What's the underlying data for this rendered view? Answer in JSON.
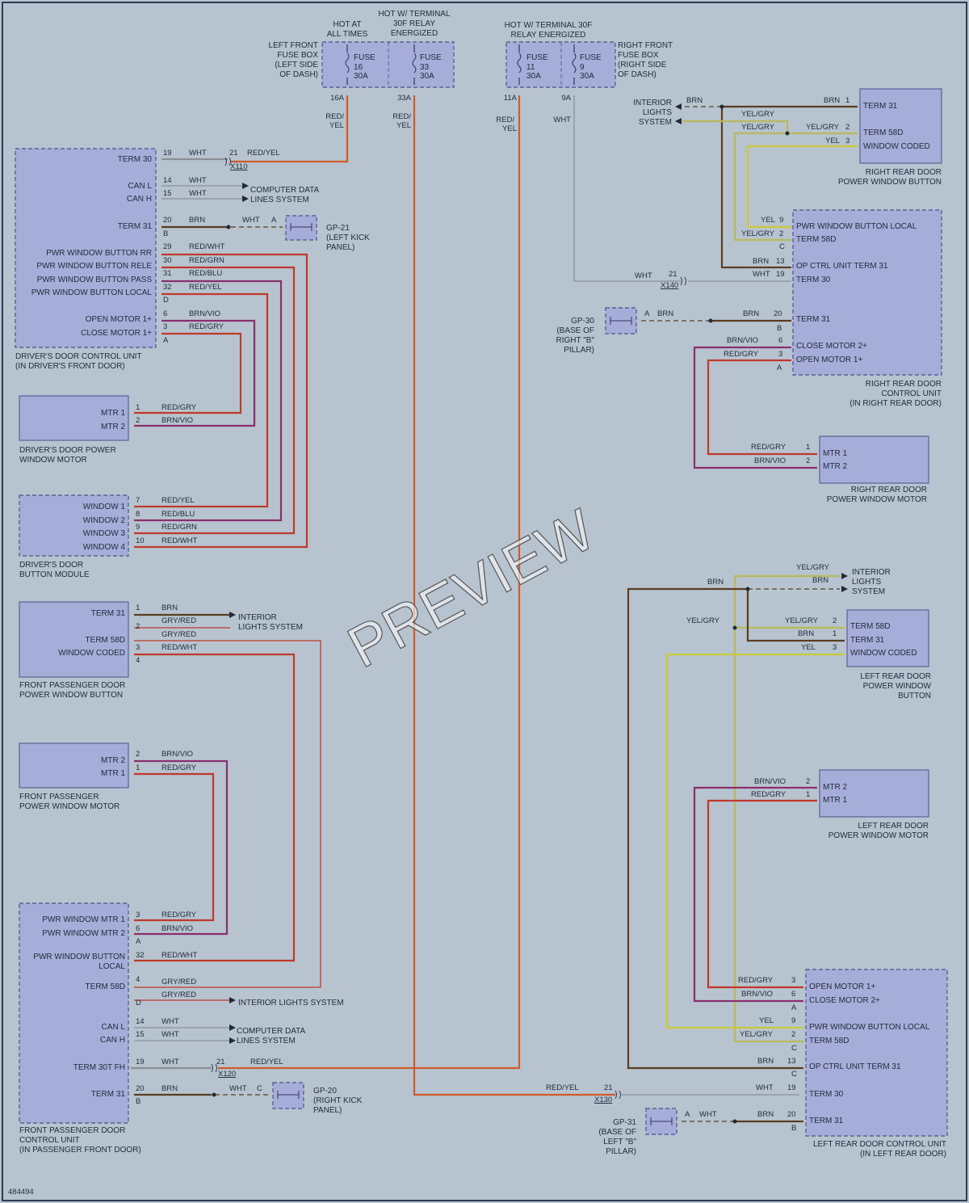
{
  "fuse_boxes": {
    "left": {
      "label": "LEFT FRONT FUSE BOX (LEFT SIDE OF DASH)",
      "label_lines": [
        "LEFT FRONT",
        "FUSE BOX",
        "(LEFT SIDE",
        "OF DASH)"
      ],
      "hot_at_all_times": [
        "HOT AT",
        "ALL TIMES"
      ],
      "hot_relay": [
        "HOT W/ TERMINAL",
        "30F RELAY",
        "ENERGIZED"
      ],
      "fuse16": [
        "FUSE",
        "16",
        "30A"
      ],
      "fuse33": [
        "FUSE",
        "33",
        "30A"
      ],
      "pin16": "16A",
      "pin33": "33A",
      "wire16": [
        "RED/",
        "YEL"
      ],
      "wire33": [
        "RED/",
        "YEL"
      ]
    },
    "right": {
      "label_lines": [
        "RIGHT FRONT",
        "FUSE BOX",
        "(RIGHT SIDE",
        "OF DASH)"
      ],
      "hot_relay": [
        "HOT W/ TERMINAL 30F",
        "RELAY ENERGIZED"
      ],
      "fuse11": [
        "FUSE",
        "11",
        "30A"
      ],
      "fuse9": [
        "FUSE",
        "9",
        "30A"
      ],
      "pin11": "11A",
      "pin9": "9A",
      "wire11": [
        "RED/",
        "YEL"
      ],
      "wire9": "WHT"
    }
  },
  "driver_unit": {
    "caption": [
      "DRIVER'S DOOR CONTROL UNIT",
      "(IN DRIVER'S FRONT DOOR)"
    ],
    "term30": "TERM 30",
    "canl": "CAN L",
    "canh": "CAN H",
    "term31": "TERM 31",
    "rr": "PWR WINDOW BUTTON RR",
    "rele": "PWR WINDOW BUTTON RELE",
    "pass": "PWR WINDOW BUTTON PASS",
    "local": "PWR WINDOW BUTTON LOCAL",
    "open": "OPEN MOTOR 1+",
    "close": "CLOSE MOTOR 1+",
    "p19": "19",
    "p14": "14",
    "p15": "15",
    "p20": "20",
    "p29": "29",
    "p30": "30",
    "p31": "31",
    "p32": "32",
    "p6": "6",
    "p3": "3",
    "cB": "B",
    "cD": "D",
    "cA": "A",
    "w_wht": "WHT",
    "w_brn": "BRN",
    "w_redwht": "RED/WHT",
    "w_redgrn": "RED/GRN",
    "w_redblu": "RED/BLU",
    "w_redyel": "RED/YEL",
    "w_brnvio": "BRN/VIO",
    "w_redgry": "RED/GRY",
    "x110_pin": "21",
    "x110_wire": "RED/YEL",
    "x110": "X110",
    "computer_data": [
      "COMPUTER DATA",
      "LINES SYSTEM"
    ],
    "gp21_wire": "WHT",
    "gp21_conn": "A",
    "gp21": [
      "GP-21",
      "(LEFT KICK",
      "PANEL)"
    ]
  },
  "driver_motor": {
    "caption": [
      "DRIVER'S DOOR POWER",
      "WINDOW MOTOR"
    ],
    "mtr1": "MTR 1",
    "mtr2": "MTR 2",
    "p1": "1",
    "p2": "2",
    "w1": "RED/GRY",
    "w2": "BRN/VIO"
  },
  "driver_buttons": {
    "caption": [
      "DRIVER'S DOOR",
      "BUTTON MODULE"
    ],
    "w1": "WINDOW 1",
    "w2": "WINDOW 2",
    "w3": "WINDOW 3",
    "w4": "WINDOW 4",
    "p7": "7",
    "p8": "8",
    "p9": "9",
    "p10": "10",
    "c7": "RED/YEL",
    "c8": "RED/BLU",
    "c9": "RED/GRN",
    "c10": "RED/WHT"
  },
  "fp_button": {
    "caption": [
      "FRONT PASSENGER DOOR",
      "POWER WINDOW BUTTON"
    ],
    "term31": "TERM 31",
    "term58d": "TERM 58D",
    "coded": "WINDOW CODED",
    "p1": "1",
    "p2": "2",
    "p3": "3",
    "p4": "4",
    "w_brn": "BRN",
    "w_gryred1": "GRY/RED",
    "w_gryred2": "GRY/RED",
    "w_redwht": "RED/WHT",
    "interior": [
      "INTERIOR",
      "LIGHTS SYSTEM"
    ]
  },
  "fp_motor": {
    "caption": [
      "FRONT PASSENGER",
      "POWER WINDOW MOTOR"
    ],
    "mtr2": "MTR 2",
    "mtr1": "MTR 1",
    "p2": "2",
    "p1": "1",
    "w2": "BRN/VIO",
    "w1": "RED/GRY"
  },
  "fp_unit": {
    "caption": [
      "FRONT PASSENGER DOOR",
      "CONTROL UNIT",
      "(IN PASSENGER FRONT DOOR)"
    ],
    "mtr1": "PWR WINDOW MTR 1",
    "mtr2": "PWR WINDOW MTR 2",
    "local": [
      "PWR WINDOW BUTTON",
      "LOCAL"
    ],
    "term58d": "TERM 58D",
    "canl": "CAN L",
    "canh": "CAN H",
    "term30": "TERM 30T FH",
    "term31": "TERM 31",
    "p3": "3",
    "p6": "6",
    "cA": "A",
    "p32": "32",
    "p4": "4",
    "cD": "D",
    "p14": "14",
    "p15": "15",
    "p19": "19",
    "p20": "20",
    "cB": "B",
    "w_redgry": "RED/GRY",
    "w_brnvio": "BRN/VIO",
    "w_redwht": "RED/WHT",
    "w_gryred1": "GRY/RED",
    "w_gryred2": "GRY/RED",
    "w_wht": "WHT",
    "w_brn": "BRN",
    "interior": "INTERIOR LIGHTS SYSTEM",
    "computer_data": [
      "COMPUTER DATA",
      "LINES SYSTEM"
    ],
    "x120_pin": "21",
    "x120_wire": "RED/YEL",
    "x120": "X120",
    "gp20_wire": "WHT",
    "gp20_conn": "C",
    "gp20": [
      "GP-20",
      "(RIGHT KICK",
      "PANEL)"
    ]
  },
  "rr_button": {
    "caption": [
      "RIGHT REAR DOOR",
      "POWER WINDOW BUTTON"
    ],
    "term31": "TERM 31",
    "term58d": "TERM 58D",
    "coded": "WINDOW CODED",
    "p1": "1",
    "p2": "2",
    "p3": "3",
    "w_brn": "BRN",
    "w_yelgry": "YEL/GRY",
    "w_yel": "YEL",
    "interior": [
      "INTERIOR",
      "LIGHTS",
      "SYSTEM"
    ],
    "int_brn": "BRN",
    "int_yelgry1": "YEL/GRY",
    "int_yelgry2": "YEL/GRY"
  },
  "rr_unit": {
    "caption": [
      "RIGHT REAR DOOR",
      "CONTROL UNIT",
      "(IN RIGHT REAR DOOR)"
    ],
    "local": "PWR WINDOW BUTTON LOCAL",
    "term58d": "TERM 58D",
    "op31": "OP CTRL UNIT TERM 31",
    "term30": "TERM 30",
    "term31": "TERM 31",
    "close": "CLOSE MOTOR 2+",
    "open": "OPEN MOTOR 1+",
    "p9": "9",
    "p2": "2",
    "cC": "C",
    "p13": "13",
    "p19": "19",
    "p20": "20",
    "cB": "B",
    "p6": "6",
    "p3": "3",
    "cA": "A",
    "w_yel": "YEL",
    "w_yelgry": "YEL/GRY",
    "w_brn": "BRN",
    "w_wht": "WHT",
    "w_brn20": "BRN",
    "w_brnvio": "BRN/VIO",
    "w_redgry": "RED/GRY",
    "x140_pin": "21",
    "x140_wire": "WHT",
    "x140": "X140",
    "gp30_wire": "BRN",
    "gp30_conn": "A",
    "gp30": [
      "GP-30",
      "(BASE OF",
      "RIGHT \"B\"",
      "PILLAR)"
    ]
  },
  "rr_motor": {
    "caption": [
      "RIGHT REAR DOOR",
      "POWER WINDOW MOTOR"
    ],
    "mtr1": "MTR 1",
    "mtr2": "MTR 2",
    "p1": "1",
    "p2": "2",
    "w1": "RED/GRY",
    "w2": "BRN/VIO"
  },
  "lr_button": {
    "caption": [
      "LEFT REAR DOOR",
      "POWER WINDOW",
      "BUTTON"
    ],
    "term58d": "TERM 58D",
    "term31": "TERM 31",
    "coded": "WINDOW CODED",
    "p2": "2",
    "p1": "1",
    "p3": "3",
    "w_yelgry": "YEL/GRY",
    "w_brn": "BRN",
    "w_yel": "YEL",
    "interior": [
      "INTERIOR",
      "LIGHTS",
      "SYSTEM"
    ],
    "int_yelgry": "YEL/GRY",
    "int_brn1": "BRN",
    "int_brn2": "BRN",
    "int_yelgry2": "YEL/GRY"
  },
  "lr_motor": {
    "caption": [
      "LEFT REAR DOOR",
      "POWER WINDOW MOTOR"
    ],
    "mtr2": "MTR 2",
    "mtr1": "MTR 1",
    "p2": "2",
    "p1": "1",
    "w2": "BRN/VIO",
    "w1": "RED/GRY"
  },
  "lr_unit": {
    "caption": [
      "LEFT REAR DOOR CONTROL UNIT",
      "(IN LEFT REAR DOOR)"
    ],
    "open": "OPEN MOTOR 1+",
    "close": "CLOSE MOTOR 2+",
    "local": "PWR WINDOW BUTTON LOCAL",
    "term58d": "TERM 58D",
    "op31": "OP CTRL UNIT TERM 31",
    "term30": "TERM 30",
    "term31": "TERM 31",
    "p3": "3",
    "p6": "6",
    "cA": "A",
    "p9": "9",
    "p2": "2",
    "cC": "C",
    "p13": "13",
    "cC2": "C",
    "p19": "19",
    "p20": "20",
    "cB": "B",
    "w_redgry": "RED/GRY",
    "w_brnvio": "BRN/VIO",
    "w_yel": "YEL",
    "w_yelgry": "YEL/GRY",
    "w_brn": "BRN",
    "w_wht": "WHT",
    "w_brn20": "BRN",
    "x130_pin": "21",
    "x130_wire": "RED/YEL",
    "x130": "X130",
    "gp31_wire": "WHT",
    "gp31_conn": "A",
    "gp31": [
      "GP-31",
      "(BASE OF",
      "LEFT \"B\"",
      "PILLAR)"
    ]
  },
  "watermark": "PREVIEW",
  "figure_id": "484494"
}
